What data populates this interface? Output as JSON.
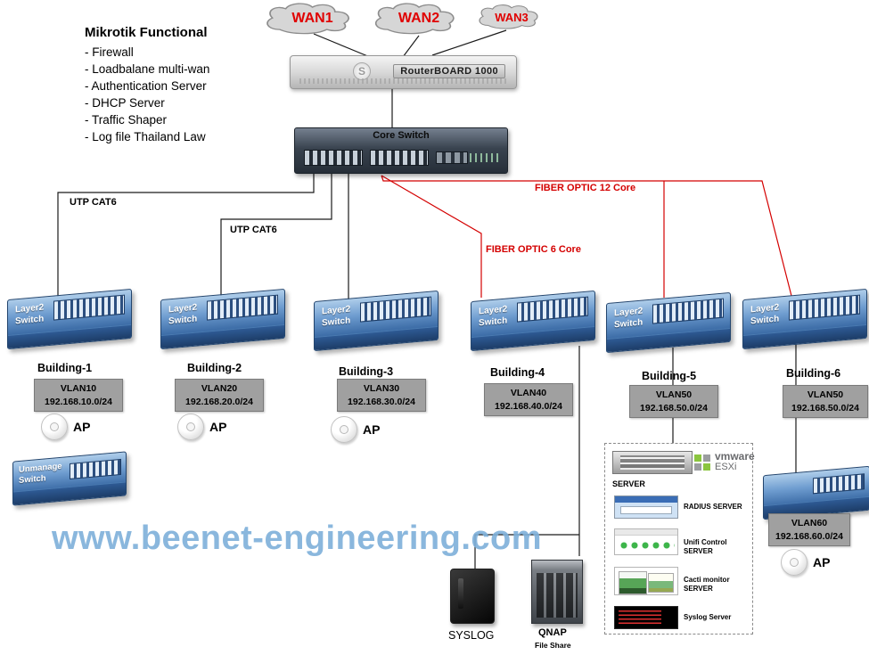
{
  "info_panel": {
    "title": "Mikrotik Functional",
    "items": [
      "- Firewall",
      "- Loadbalane multi-wan",
      "- Authentication Server",
      "- DHCP Server",
      "- Traffic Shaper",
      "- Log file Thailand Law"
    ]
  },
  "wans": [
    {
      "label": "WAN1"
    },
    {
      "label": "WAN2"
    },
    {
      "label": "WAN3"
    }
  ],
  "router": {
    "model": "RouterBOARD 1000"
  },
  "core_switch": {
    "label": "Core Switch"
  },
  "links": {
    "utp_label_1": "UTP CAT6",
    "utp_label_2": "UTP CAT6",
    "fiber12_label": "FIBER OPTIC 12 Core",
    "fiber6_label": "FIBER OPTIC 6 Core"
  },
  "switch_line1": "Layer2",
  "switch_line2": "Switch",
  "buildings": [
    {
      "name": "Building-1",
      "vlan": "VLAN10",
      "subnet": "192.168.10.0/24"
    },
    {
      "name": "Building-2",
      "vlan": "VLAN20",
      "subnet": "192.168.20.0/24"
    },
    {
      "name": "Building-3",
      "vlan": "VLAN30",
      "subnet": "192.168.30.0/24"
    },
    {
      "name": "Building-4",
      "vlan": "VLAN40",
      "subnet": "192.168.40.0/24"
    },
    {
      "name": "Building-5",
      "vlan": "VLAN50",
      "subnet": "192.168.50.0/24"
    },
    {
      "name": "Building-6",
      "vlan": "VLAN50",
      "subnet": "192.168.50.0/24"
    }
  ],
  "ap_label": "AP",
  "unmanaged_switch": {
    "line1": "Unmanage",
    "line2": "Switch"
  },
  "extra_network": {
    "vlan": "VLAN60",
    "subnet": "192.168.60.0/24"
  },
  "watermark": "www.beenet-engineering.com",
  "server_rack": {
    "server_label": "SERVER",
    "vmware_line1": "vmware",
    "vmware_line2": "ESXi",
    "services": [
      {
        "label": "RADIUS SERVER"
      },
      {
        "label": "Unifi Control SERVER"
      },
      {
        "label": "Cacti monitor SERVER"
      },
      {
        "label": "Syslog Server"
      }
    ]
  },
  "storage": {
    "syslog_label": "SYSLOG",
    "qnap_label": "QNAP",
    "qnap_sub_label": "File Share"
  }
}
